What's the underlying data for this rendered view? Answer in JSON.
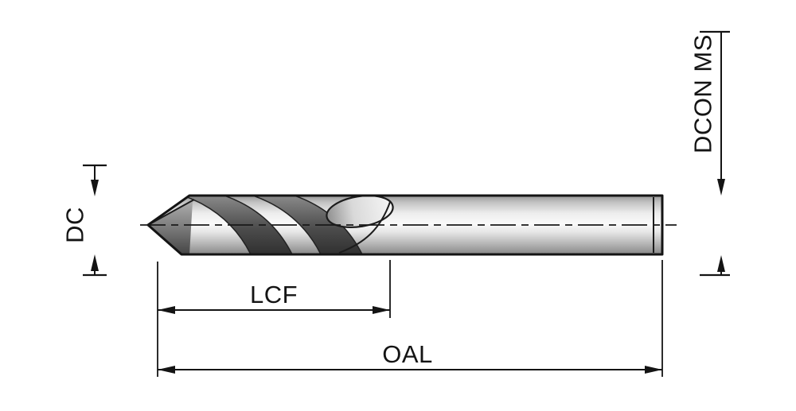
{
  "diagram": {
    "dimensions": {
      "dc": {
        "label": "DC"
      },
      "lcf": {
        "label": "LCF"
      },
      "oal": {
        "label": "OAL"
      },
      "dcon": {
        "label": "DCON MS"
      }
    }
  },
  "colors": {
    "line": "#141414",
    "background": "#ffffff",
    "metal-light": "#fafafa",
    "metal-mid": "#c6c6c6",
    "metal-dark": "#8a8a8a"
  }
}
